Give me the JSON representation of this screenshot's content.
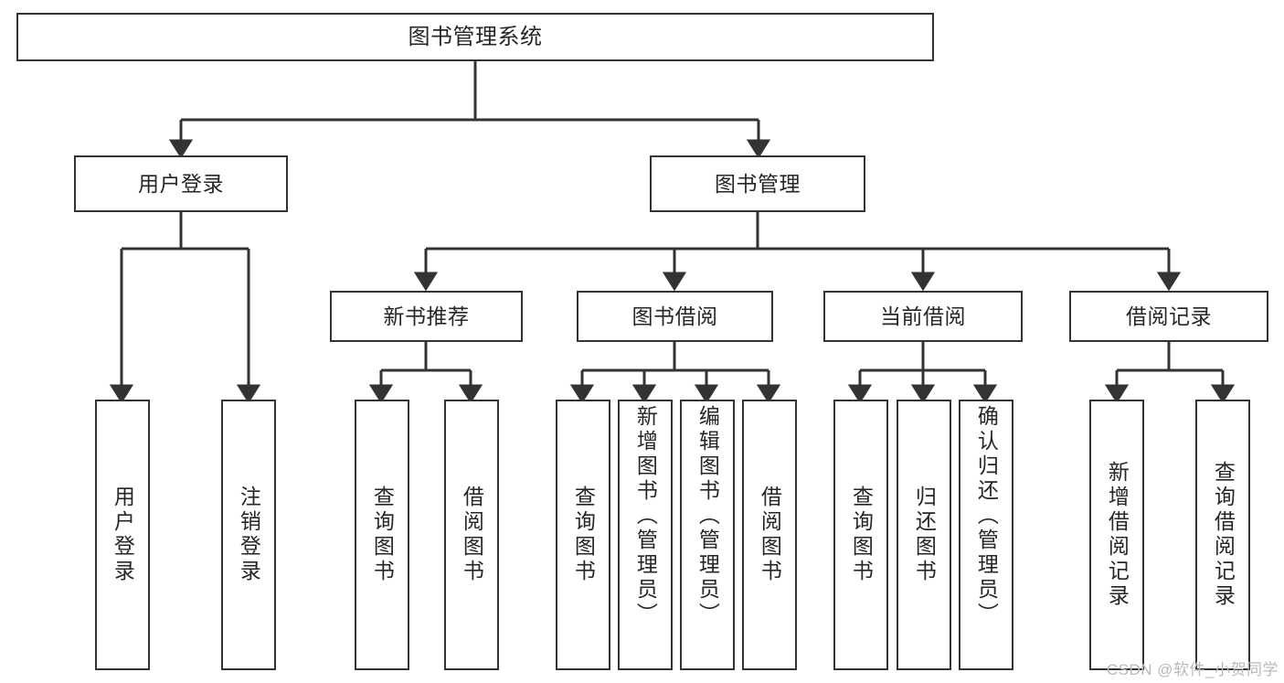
{
  "diagram": {
    "type": "tree-hierarchy-chart",
    "title": "图书管理系统",
    "stroke_color": "#333333",
    "text_color": "#262626",
    "background_color": "#ffffff",
    "watermark": "CSDN @软件_小贺同学",
    "levels": [
      {
        "level": 1,
        "nodes": [
          {
            "id": "root",
            "label": "图书管理系统",
            "orientation": "horizontal"
          }
        ]
      },
      {
        "level": 2,
        "nodes": [
          {
            "id": "user-login",
            "label": "用户登录",
            "orientation": "horizontal"
          },
          {
            "id": "book-manage",
            "label": "图书管理",
            "orientation": "horizontal"
          }
        ]
      },
      {
        "level": 3,
        "nodes": [
          {
            "id": "new-book-rec",
            "label": "新书推荐",
            "orientation": "horizontal"
          },
          {
            "id": "book-borrow",
            "label": "图书借阅",
            "orientation": "horizontal"
          },
          {
            "id": "current-borrow",
            "label": "当前借阅",
            "orientation": "horizontal"
          },
          {
            "id": "borrow-record",
            "label": "借阅记录",
            "orientation": "horizontal"
          }
        ]
      },
      {
        "level": 4,
        "nodes": [
          {
            "id": "leaf-user-login",
            "label": "用户登录",
            "orientation": "vertical",
            "parent": "user-login"
          },
          {
            "id": "leaf-logout",
            "label": "注销登录",
            "orientation": "vertical",
            "parent": "user-login"
          },
          {
            "id": "leaf-query-book-1",
            "label": "查询图书",
            "orientation": "vertical",
            "parent": "new-book-rec"
          },
          {
            "id": "leaf-borrow-book-1",
            "label": "借阅图书",
            "orientation": "vertical",
            "parent": "new-book-rec"
          },
          {
            "id": "leaf-query-book-2",
            "label": "查询图书",
            "orientation": "vertical",
            "parent": "book-borrow"
          },
          {
            "id": "leaf-add-book",
            "label": "新增图书（管理员）",
            "orientation": "vertical",
            "parent": "book-borrow"
          },
          {
            "id": "leaf-edit-book",
            "label": "编辑图书（管理员）",
            "orientation": "vertical",
            "parent": "book-borrow"
          },
          {
            "id": "leaf-borrow-book-2",
            "label": "借阅图书",
            "orientation": "vertical",
            "parent": "book-borrow"
          },
          {
            "id": "leaf-query-book-3",
            "label": "查询图书",
            "orientation": "vertical",
            "parent": "current-borrow"
          },
          {
            "id": "leaf-return-book",
            "label": "归还图书",
            "orientation": "vertical",
            "parent": "current-borrow"
          },
          {
            "id": "leaf-confirm-return",
            "label": "确认归还（管理员）",
            "orientation": "vertical",
            "parent": "current-borrow"
          },
          {
            "id": "leaf-add-record",
            "label": "新增借阅记录",
            "orientation": "vertical",
            "parent": "borrow-record"
          },
          {
            "id": "leaf-query-record",
            "label": "查询借阅记录",
            "orientation": "vertical",
            "parent": "borrow-record"
          }
        ]
      }
    ]
  }
}
